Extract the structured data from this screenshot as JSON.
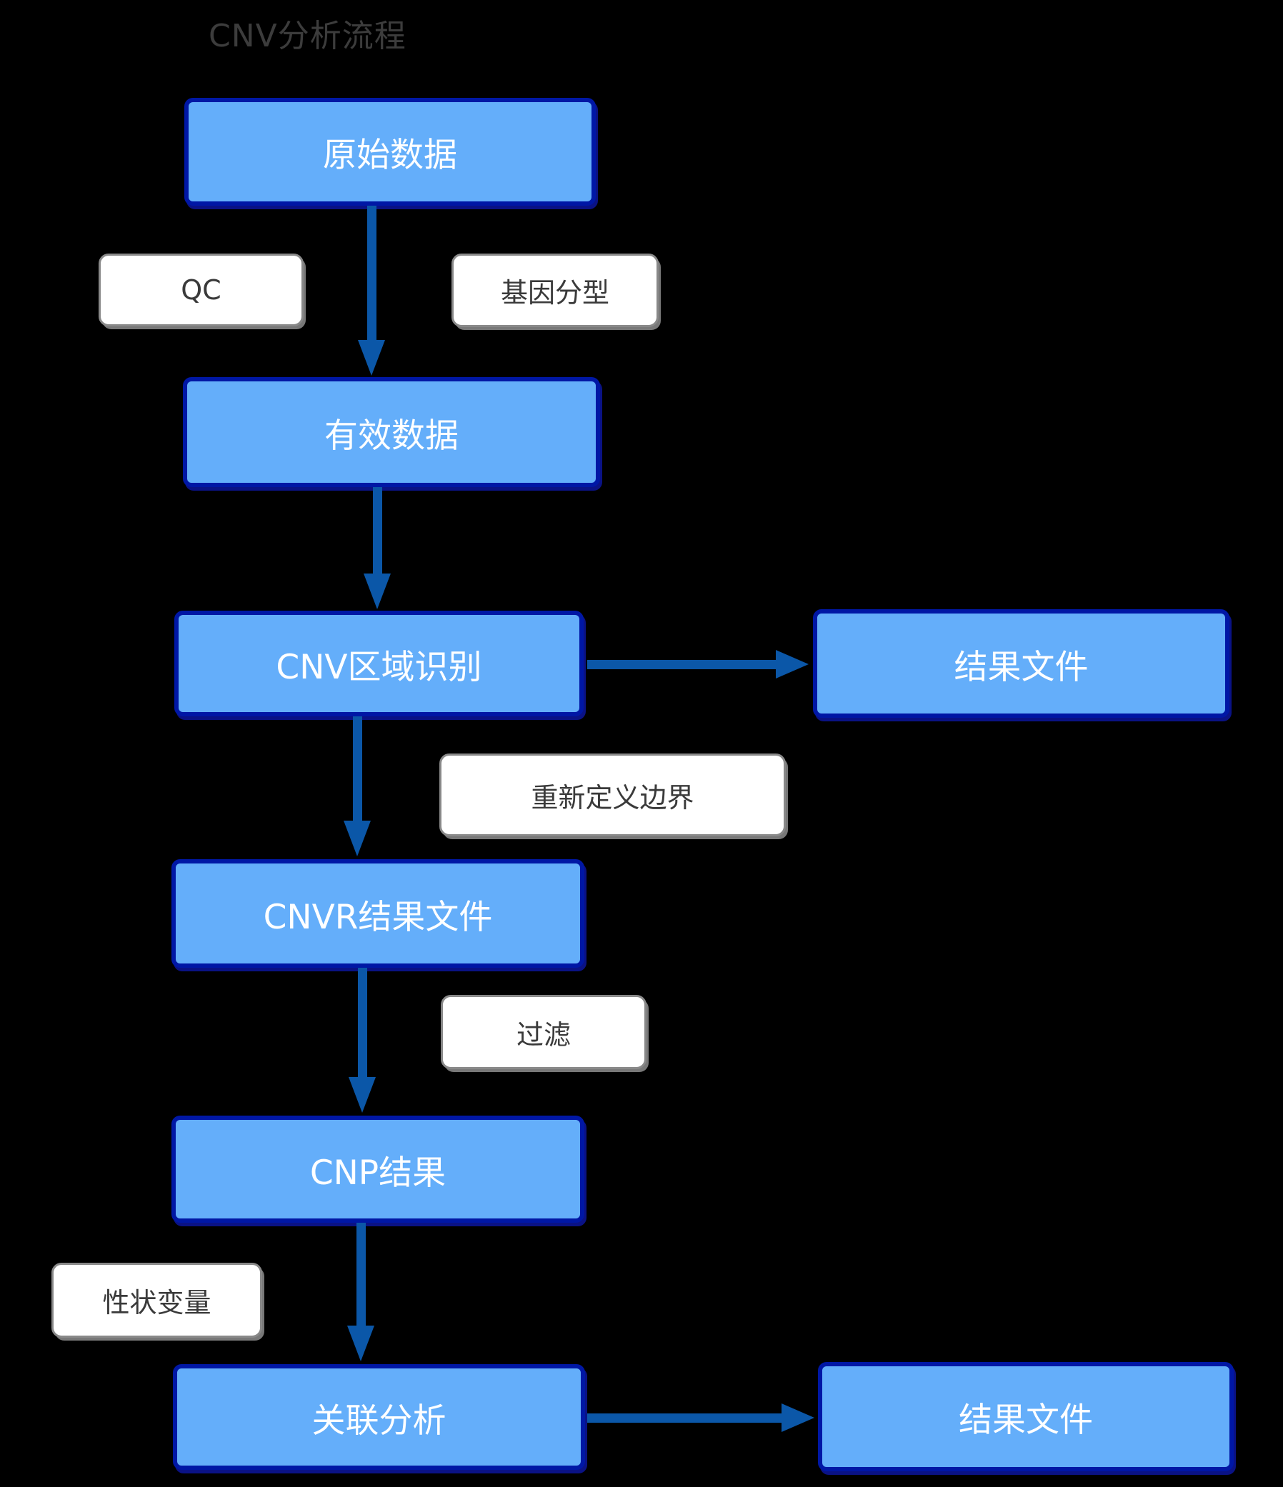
{
  "title": "CNV分析流程",
  "nodes": [
    {
      "label": "原始数据"
    },
    {
      "label": "有效数据"
    },
    {
      "label": "CNV区域识别"
    },
    {
      "label": "结果文件"
    },
    {
      "label": "CNVR结果文件"
    },
    {
      "label": "CNP结果"
    },
    {
      "label": "关联分析"
    },
    {
      "label": "结果文件"
    }
  ],
  "edges": [
    {
      "from": "原始数据",
      "to": "有效数据",
      "labels": [
        "QC",
        "基因分型"
      ]
    },
    {
      "from": "有效数据",
      "to": "CNV区域识别",
      "labels": []
    },
    {
      "from": "CNV区域识别",
      "to": "结果文件",
      "labels": []
    },
    {
      "from": "CNV区域识别",
      "to": "CNVR结果文件",
      "labels": [
        "重新定义边界"
      ]
    },
    {
      "from": "CNVR结果文件",
      "to": "CNP结果",
      "labels": [
        "过滤"
      ]
    },
    {
      "from": "CNP结果",
      "to": "关联分析",
      "labels": [
        "性状变量"
      ]
    },
    {
      "from": "关联分析",
      "to": "结果文件",
      "labels": []
    }
  ],
  "colors": {
    "background": "#000000",
    "node_fill": "#64AEFA",
    "node_border": "#0017A5",
    "node_text": "#FFFFFF",
    "edge_label_fill": "#FFFFFF",
    "edge_label_border": "#898989",
    "edge_label_text": "#3A3A3A",
    "arrow": "#0B57A8",
    "title_text": "#3C3C3C"
  }
}
